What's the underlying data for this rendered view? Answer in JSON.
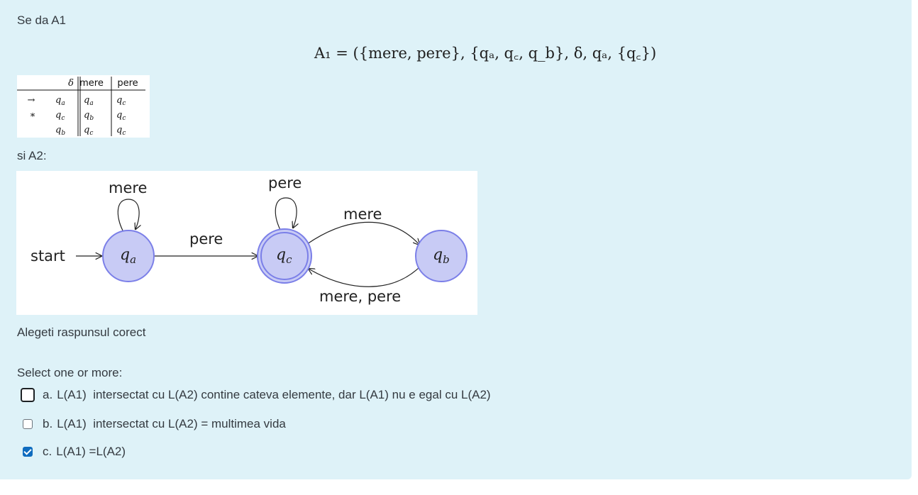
{
  "question": {
    "intro": "Se da A1",
    "formula": "A₁ = ({mere, pere}, {qₐ, q꜀, q_b}, δ, qₐ, {q꜀})",
    "table": {
      "headers": [
        "δ",
        "mere",
        "pere"
      ],
      "rows": [
        {
          "marker": "→",
          "state": "qa",
          "mere": "qa",
          "pere": "qc"
        },
        {
          "marker": "∗",
          "state": "qc",
          "mere": "qb",
          "pere": "qc"
        },
        {
          "marker": "",
          "state": "qb",
          "mere": "qc",
          "pere": "qc"
        }
      ]
    },
    "second_label": "si A2:",
    "diagram": {
      "start_label": "start",
      "states": [
        "qa",
        "qc",
        "qb"
      ],
      "accepting": [
        "qc"
      ],
      "edges": [
        {
          "from": "qa",
          "to": "qa",
          "label": "mere"
        },
        {
          "from": "qa",
          "to": "qc",
          "label": "pere"
        },
        {
          "from": "qc",
          "to": "qc",
          "label": "pere"
        },
        {
          "from": "qc",
          "to": "qb",
          "label": "mere"
        },
        {
          "from": "qb",
          "to": "qc",
          "label": "mere, pere"
        }
      ]
    },
    "instruction": "Alegeti raspunsul corect",
    "prompt": "Select one or more:",
    "answers": [
      {
        "letter": "a.",
        "text": "L(A1)  intersectat cu L(A2) contine cateva elemente, dar L(A1) nu e egal cu L(A2)",
        "checked": false,
        "focused": true
      },
      {
        "letter": "b.",
        "text": "L(A1)  intersectat cu L(A2) = multimea vida",
        "checked": false,
        "focused": false
      },
      {
        "letter": "c.",
        "text": "L(A1) =L(A2)",
        "checked": true,
        "focused": false
      }
    ]
  },
  "colors": {
    "card_bg": "#def2f8",
    "state_fill": "#c8cbf5",
    "state_stroke": "#7b7fe8",
    "checkbox_checked": "#0f6cbf"
  }
}
